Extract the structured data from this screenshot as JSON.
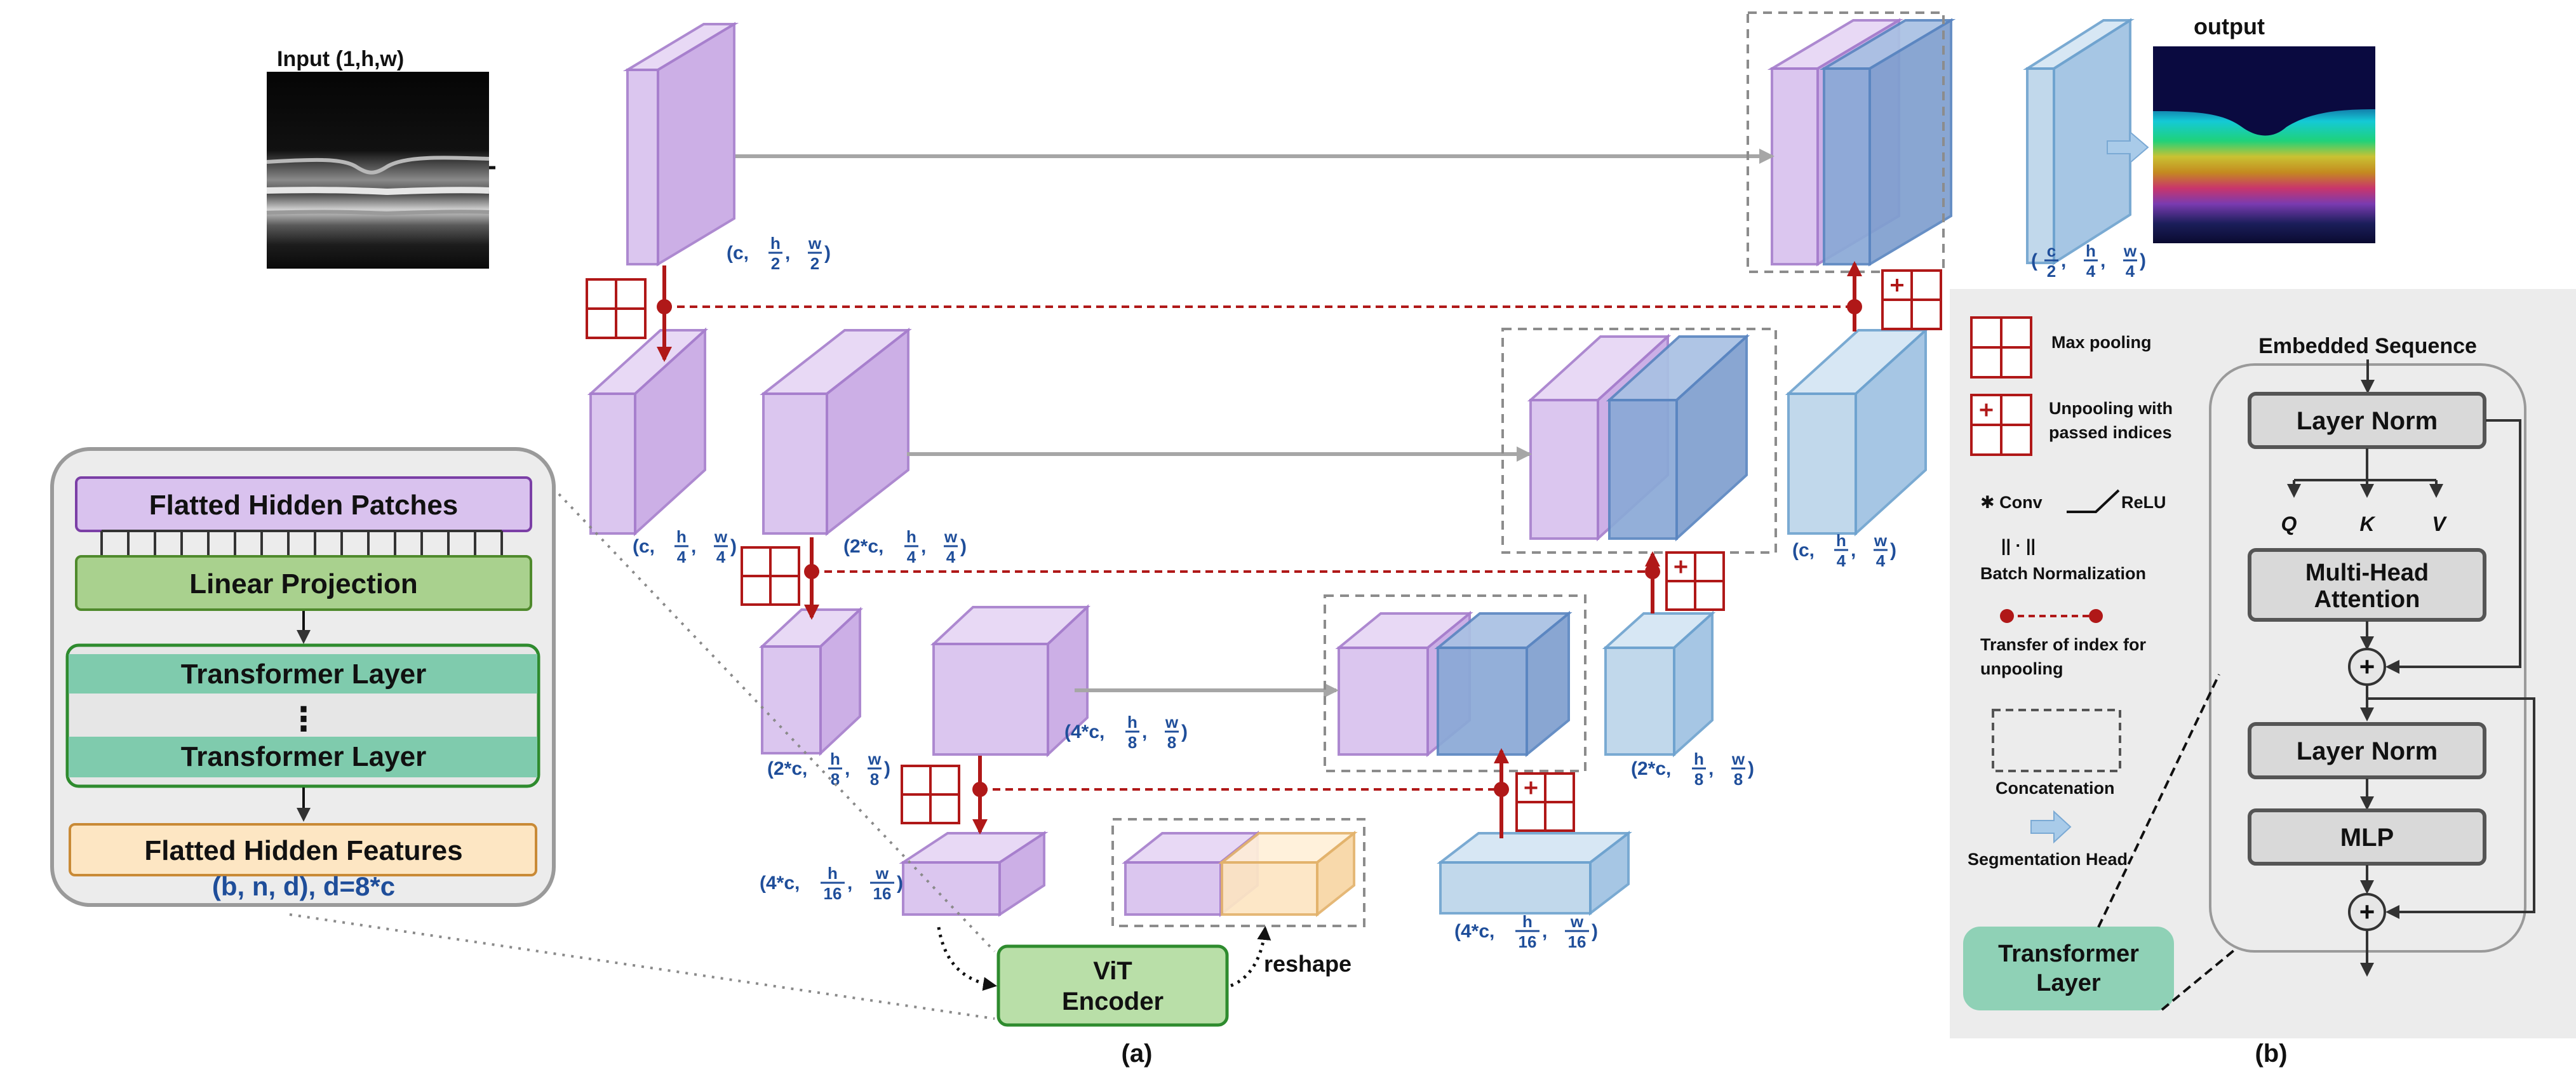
{
  "input_title": "Input   (1,h,w)",
  "output_title": "output",
  "conv_bn_sym": "|| · ||",
  "conv_star": "*",
  "dims": {
    "enc1": [
      "(c, ",
      "h",
      "2",
      ", ",
      "w",
      "2",
      ")"
    ],
    "enc2a": [
      "(c, ",
      "h",
      "4",
      ", ",
      "w",
      "4",
      ")"
    ],
    "enc2b": [
      "(2*c, ",
      "h",
      "4",
      ", ",
      "w",
      "4",
      ")"
    ],
    "enc3a": [
      "(2*c, ",
      "h",
      "8",
      ", ",
      "w",
      "8",
      ")"
    ],
    "enc3b": [
      "(4*c, ",
      "h",
      "8",
      ", ",
      "w",
      "8",
      ")"
    ],
    "enc4": [
      "(4*c, ",
      "h",
      "16",
      ", ",
      "w",
      "16",
      ")"
    ],
    "dec4": [
      "(4*c, ",
      "h",
      "16",
      ", ",
      "w",
      "16",
      ")"
    ],
    "dec3": [
      "(2*c, ",
      "h",
      "8",
      ", ",
      "w",
      "8",
      ")"
    ],
    "dec2": [
      "(c, ",
      "h",
      "4",
      ", ",
      "w",
      "4",
      ")"
    ],
    "out": [
      "(",
      "c",
      "2",
      ", ",
      "h",
      "4",
      ", ",
      "w",
      "4",
      ")"
    ]
  },
  "vit": {
    "line1": "ViT",
    "line2": "Encoder",
    "reshape": "reshape"
  },
  "caption_a": "(a)",
  "caption_b": "(b)",
  "vit_detail": {
    "patches": "Flatted Hidden Patches",
    "projection": "Linear   Projection",
    "layer1": "Transformer Layer",
    "dots": "⋮",
    "layer2": "Transformer Layer",
    "features": "Flatted Hidden Features",
    "shape": "(b, n, d), d=8*c"
  },
  "legend": {
    "maxpool": "Max pooling",
    "unpool_1": "Unpooling with",
    "unpool_2": "passed indices",
    "conv": "✱ Conv",
    "relu": "ReLU",
    "bn_sym": "|| · ||",
    "bn": "Batch Normalization",
    "transfer_1": "Transfer of index for",
    "transfer_2": "unpooling",
    "concat": "Concatenation",
    "seghead": "Segmentation Head"
  },
  "transformer_block": {
    "title": "Embedded Sequence",
    "ln1": "Layer  Norm",
    "q": "Q",
    "k": "K",
    "v": "V",
    "mha_1": "Multi-Head",
    "mha_2": "Attention",
    "ln2": "Layer  Norm",
    "mlp": "MLP",
    "plus": "+",
    "tag_1": "Transformer",
    "tag_2": "Layer"
  },
  "colors": {
    "encoder": "#d9c2ee",
    "decoder": "#bcd5ea",
    "bottleneck_reshape": "#fde6c3",
    "index_red": "#b01818",
    "skip_gray": "#a6a6a6",
    "vit_green": "#b9dfa8",
    "text_blue": "#1f4e9a"
  }
}
